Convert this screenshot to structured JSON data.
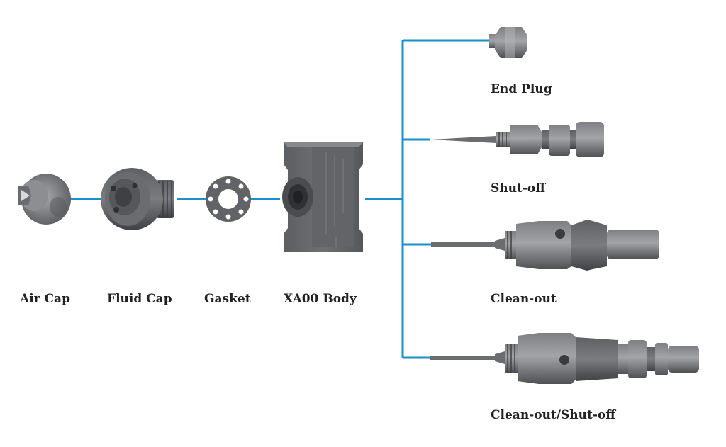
{
  "colors": {
    "connector": "#1a8fc9",
    "part_dark": "#55575b",
    "part_mid": "#707276",
    "part_light": "#9a9ca0",
    "label": "#222222"
  },
  "parts": {
    "air_cap": "Air Cap",
    "fluid_cap": "Fluid Cap",
    "gasket": "Gasket",
    "body": "XA00 Body",
    "end_plug": "End Plug",
    "shut_off": "Shut-off",
    "clean_out": "Clean-out",
    "clean_out_shut_off": "Clean-out/Shut-off"
  }
}
